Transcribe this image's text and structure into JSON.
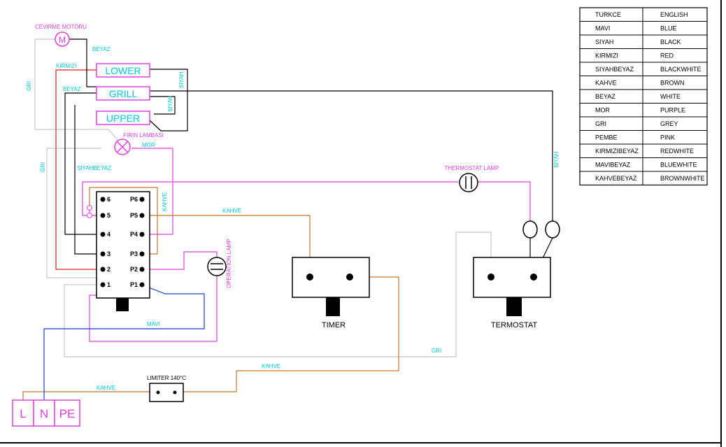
{
  "labels": {
    "fan_motor": "CEVIRME MOTORU",
    "motor_symbol": "M",
    "oven_lamp": "FIRIN LAMBASI",
    "thermostat_lamp": "THERMOSTAT LAMP.",
    "operation_lamp": "OPERATION LAMP",
    "timer": "TIMER",
    "thermostat": "TERMOSTAT",
    "limiter": "LIMITER 140°C"
  },
  "heaters": {
    "lower": "LOWER",
    "grill": "GRILL",
    "upper": "UPPER"
  },
  "supply": {
    "l": "L",
    "n": "N",
    "pe": "PE"
  },
  "switch_terminals": {
    "left": [
      "6",
      "5",
      "4",
      "3",
      "2",
      "1"
    ],
    "right": [
      "P6",
      "P5",
      "P4",
      "P3",
      "P2",
      "P1"
    ]
  },
  "wire_labels": {
    "beyaz_1": "BEYAZ",
    "beyaz_2": "BEYAZ",
    "kirmizi": "KIRMIZI",
    "gri_1": "GRI",
    "gri_2": "GRI",
    "gri_3": "GRI",
    "siyah_1": "SIYAH",
    "siyah_2": "SIYAH",
    "siyah_3": "SIYAH",
    "mor": "MOR",
    "siyahbeyaz": "SIYAHBEYAZ",
    "kahve_1": "KAHVE",
    "kahve_2": "KAHVE",
    "kahve_3": "KAHVE",
    "kahve_4": "KAHVE",
    "mavi": "MAVI"
  },
  "legend": {
    "header": [
      "TURKCE",
      "ENGLISH"
    ],
    "rows": [
      [
        "MAVI",
        "BLUE"
      ],
      [
        "SIYAH",
        "BLACK"
      ],
      [
        "KIRMIZI",
        "RED"
      ],
      [
        "SIYAHBEYAZ",
        "BLACKWHITE"
      ],
      [
        "KAHVE",
        "BROWN"
      ],
      [
        "BEYAZ",
        "WHITE"
      ],
      [
        "MOR",
        "PURPLE"
      ],
      [
        "GRI",
        "GREY"
      ],
      [
        "PEMBE",
        "PINK"
      ],
      [
        "KIRMIZIBEYAZ",
        "REDWHITE"
      ],
      [
        "MAVIBEYAZ",
        "BLUEWHITE"
      ],
      [
        "KAHVEBEYAZ",
        "BROWNWHITE"
      ]
    ]
  },
  "colors": {
    "magenta": "#e040e0",
    "cyan": "#00c8dc",
    "red": "#e02020",
    "blue": "#1a3cd0",
    "brown": "#c07830",
    "grey": "#c8c8c8",
    "black": "#000000"
  }
}
